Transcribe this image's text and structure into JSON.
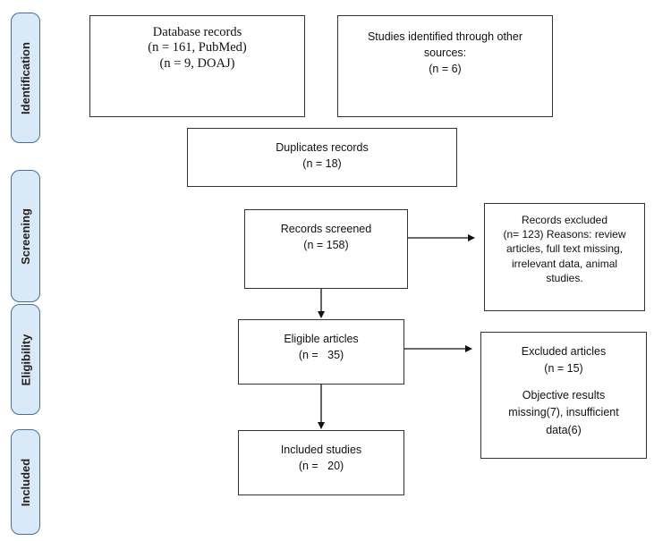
{
  "stages": {
    "identification": "Identification",
    "screening": "Screening",
    "eligibility": "Eligibility",
    "included": "Included"
  },
  "boxes": {
    "database_records": [
      "Database records",
      "(n = 161, PubMed)",
      "(n = 9, DOAJ)"
    ],
    "other_sources": [
      "Studies identified through other",
      "sources:",
      "(n = 6)"
    ],
    "duplicates": [
      "Duplicates records",
      "(n = 18)"
    ],
    "records_screened": [
      "Records screened",
      "(n = 158)"
    ],
    "records_excluded": [
      "Records excluded",
      "(n= 123) Reasons: review",
      "articles, full text missing,",
      "irrelevant data, animal",
      "studies."
    ],
    "eligible_articles": [
      "Eligible articles",
      "(n =   35)"
    ],
    "excluded_articles": [
      "Excluded articles",
      "(n = 15)",
      "Objective results",
      "missing(7), insufficient",
      "data(6)"
    ],
    "included_studies": [
      "Included studies",
      "(n =   20)"
    ]
  },
  "colors": {
    "stage_fill": "#dae9f7",
    "stage_border": "#4a6f94",
    "box_border": "#333333"
  }
}
